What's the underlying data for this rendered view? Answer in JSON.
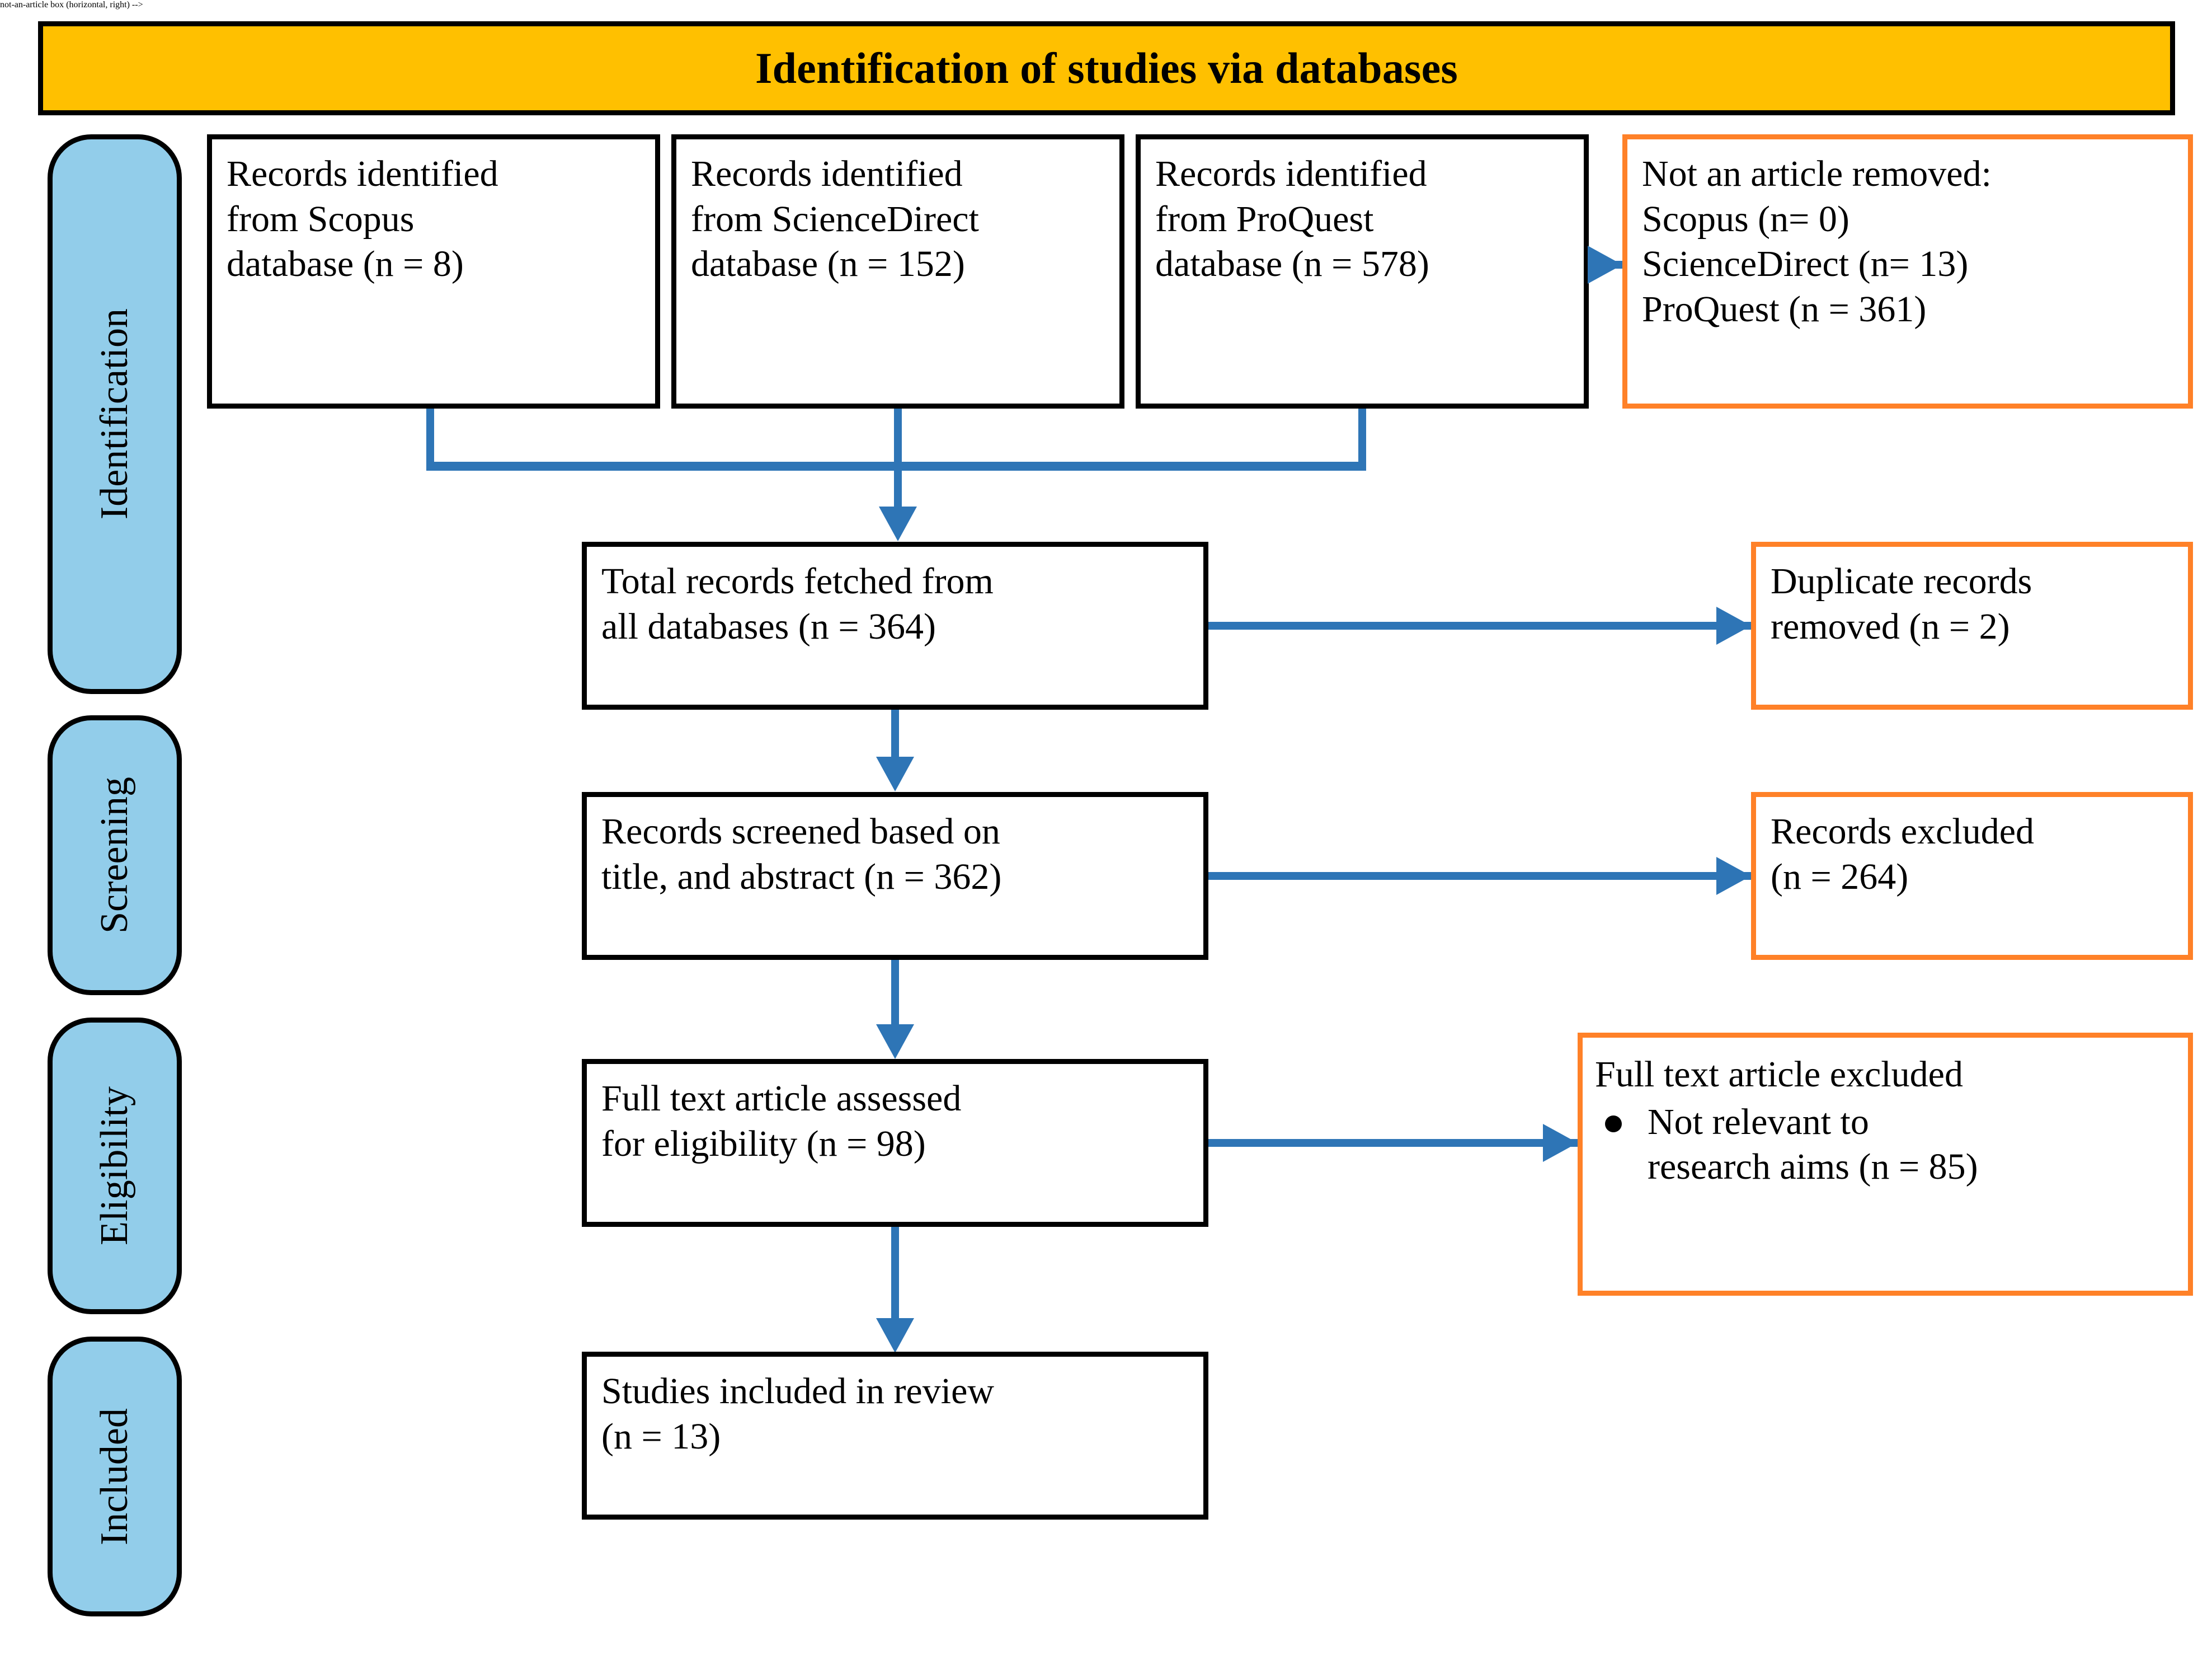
{
  "header": {
    "title": "Identification of studies via databases",
    "background_color": "#FFC000",
    "border_color": "#000000"
  },
  "colors": {
    "stage_pill_fill": "#92CDEA",
    "connector_blue": "#2E75B6",
    "exclusion_border_orange": "#FF8128",
    "process_border_black": "#000000",
    "page_background": "#FFFFFF"
  },
  "stages": [
    {
      "label": "Identification"
    },
    {
      "label": "Screening"
    },
    {
      "label": "Eligibility"
    },
    {
      "label": "Included"
    }
  ],
  "sources": [
    {
      "name": "scopus",
      "lines": [
        "Records identified",
        "from Scopus",
        "database (n = 8)"
      ],
      "count": 8
    },
    {
      "name": "sciencedirect",
      "lines": [
        "Records identified",
        "from ScienceDirect",
        "database (n = 152)"
      ],
      "count": 152
    },
    {
      "name": "proquest",
      "lines": [
        "Records identified",
        "from ProQuest",
        "database (n = 578)"
      ],
      "count": 578
    }
  ],
  "not_article_removed": {
    "lines": [
      "Not an article removed:",
      "Scopus (n= 0)",
      "ScienceDirect (n= 13)",
      "ProQuest (n = 361)"
    ],
    "counts": {
      "scopus": 0,
      "sciencedirect": 13,
      "proquest": 361
    }
  },
  "total_fetched": {
    "lines": [
      "Total records fetched from",
      "all databases (n = 364)"
    ],
    "count": 364
  },
  "duplicates_removed": {
    "lines": [
      "Duplicate records",
      "removed  (n = 2)"
    ],
    "count": 2
  },
  "screened": {
    "lines": [
      "Records screened based on",
      "title, and abstract (n = 362)"
    ],
    "count": 362
  },
  "records_excluded": {
    "lines": [
      "Records excluded",
      "(n = 264)"
    ],
    "count": 264
  },
  "full_text_assessed": {
    "lines": [
      "Full text article assessed",
      "for eligibility (n = 98)"
    ],
    "count": 98
  },
  "full_text_excluded": {
    "heading": "Full text article excluded",
    "bullet_lines": [
      "Not relevant to",
      "research aims (n = 85)"
    ],
    "count": 85
  },
  "studies_included": {
    "lines": [
      "Studies included in review",
      "(n = 13)"
    ],
    "count": 13
  }
}
